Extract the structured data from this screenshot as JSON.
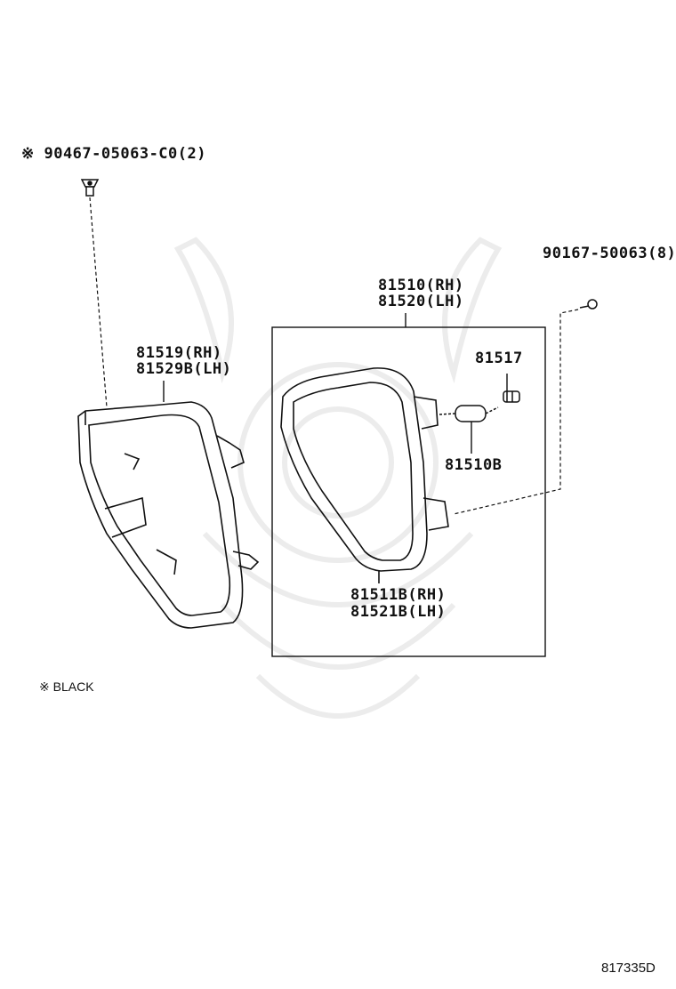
{
  "labels": {
    "clip_part": "※ 90467-05063-C0(2)",
    "screw_part": "90167-50063(8)",
    "assy_rh": "81510(RH)",
    "assy_lh": "81520(LH)",
    "housing_rh": "81519(RH)",
    "housing_lh": "81529B(LH)",
    "socket": "81517",
    "bulb": "81510B",
    "lens_rh": "81511B(RH)",
    "lens_lh": "81521B(LH)"
  },
  "note": "※ BLACK",
  "diagram_code": "817335D"
}
